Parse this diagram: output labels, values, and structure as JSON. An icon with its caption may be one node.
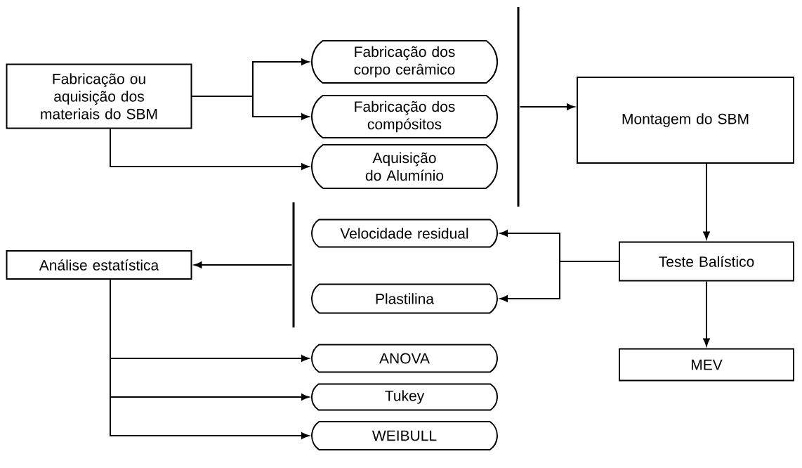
{
  "diagram": {
    "nodes": [
      {
        "text": [
          "Fabricação ou aquisição dos materiais do SBM"
        ]
      },
      {
        "text": [
          "Fabricação dos corpo cerâmico"
        ]
      },
      {
        "text": [
          "Fabricação dos compósitos"
        ]
      },
      {
        "text": [
          "Aquisição do Alumínio"
        ]
      },
      {
        "text": [],
        "shape": "bar"
      },
      {
        "text": [
          "Montagem do SBM"
        ]
      },
      {
        "text": [],
        "shape": "bar"
      },
      {
        "text": [
          "Velocidade residual"
        ]
      },
      {
        "text": [
          "Análise estatística"
        ]
      },
      {
        "text": [
          "Plastilina"
        ]
      },
      {
        "text": [
          "Teste Balístico"
        ]
      },
      {
        "text": [
          "ANOVA"
        ]
      },
      {
        "text": [
          "Tukey"
        ]
      },
      {
        "text": [
          "MEV"
        ]
      },
      {
        "text": [
          "WEIBULL"
        ]
      }
    ],
    "edges": [
      {
        "from": 0,
        "to": 1,
        "arrow": "to"
      },
      {
        "from": 0,
        "to": 2,
        "arrow": "to"
      },
      {
        "from": 0,
        "to": 3,
        "arrow": "to"
      },
      {
        "from": 4,
        "to": 5,
        "arrow": "to"
      },
      {
        "from": 5,
        "to": 10,
        "arrow": "to"
      },
      {
        "from": 10,
        "to": 7,
        "arrow": "to"
      },
      {
        "from": 10,
        "to": 9,
        "arrow": "to"
      },
      {
        "from": 6,
        "to": 8,
        "arrow": "to"
      },
      {
        "from": 10,
        "to": 13,
        "arrow": "to"
      },
      {
        "from": 8,
        "to": 11,
        "arrow": "to"
      },
      {
        "from": 8,
        "to": 12,
        "arrow": "to"
      },
      {
        "from": 8,
        "to": 14,
        "arrow": "to"
      }
    ]
  }
}
